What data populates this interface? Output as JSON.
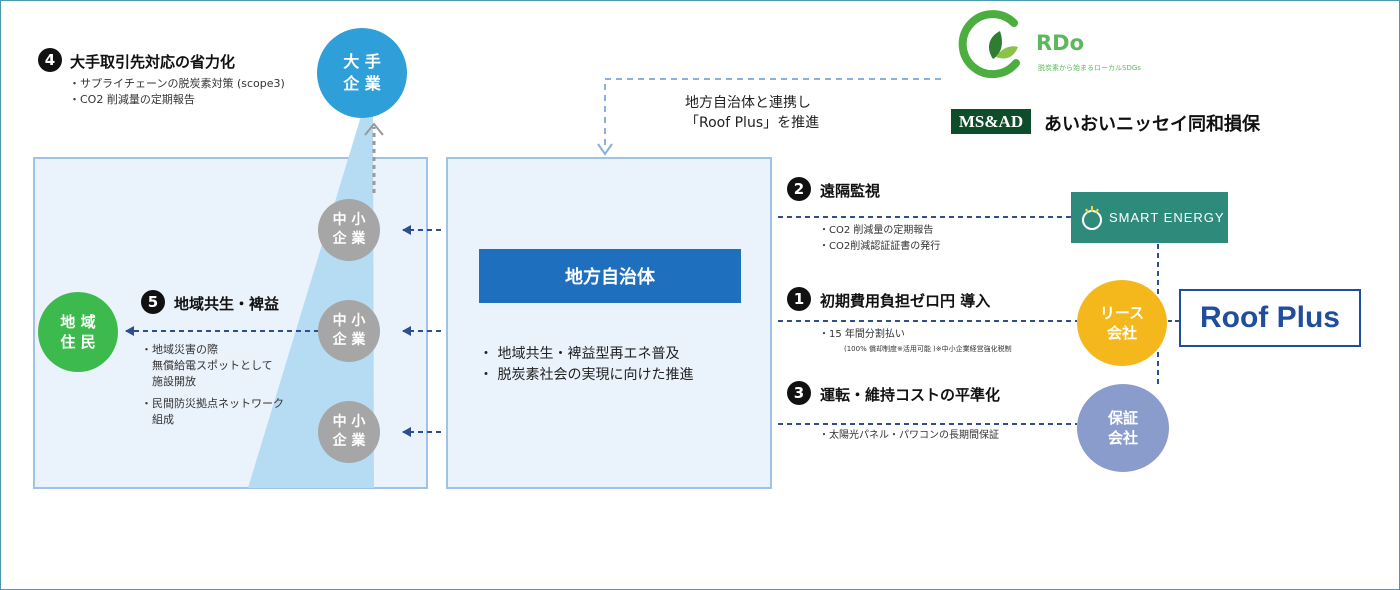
{
  "colors": {
    "large_enterprise": "#2f9fda",
    "sme": "#a6a6a6",
    "resident": "#3dba4e",
    "lease": "#f5b81c",
    "guarantee": "#8a9ccb",
    "government_bar": "#1f6fbf",
    "panel_bg": "#eaf2fb",
    "panel_border": "#9ec3e6",
    "dash": "#2d4f8e",
    "smart_energy_bg": "#2e8b7c",
    "msad_bg": "#0f4d2a",
    "roofplus_text": "#1f4e9c"
  },
  "large_enterprise": {
    "line1": "大 手",
    "line2": "企 業"
  },
  "sme": [
    {
      "line1": "中 小",
      "line2": "企 業"
    },
    {
      "line1": "中 小",
      "line2": "企 業"
    },
    {
      "line1": "中 小",
      "line2": "企 業"
    }
  ],
  "resident": {
    "line1": "地 域",
    "line2": "住 民"
  },
  "item4": {
    "number": "4",
    "title": "大手取引先対応の省力化",
    "bullets": [
      "・サプライチェーンの脱炭素対策 (scope3)",
      "・CO2 削減量の定期報告"
    ]
  },
  "item5": {
    "number": "5",
    "title": "地域共生・裨益",
    "bullets": [
      "・地域災害の際",
      "　無償給電スポットとして",
      "　施設開放",
      "・民間防災拠点ネットワーク",
      "　組成"
    ]
  },
  "government": {
    "title": "地方自治体",
    "bullets": [
      "・ 地域共生・裨益型再エネ普及",
      "・ 脱炭素社会の実現に向けた推進"
    ]
  },
  "partnership": {
    "line1": "地方自治体と連携し",
    "line2": "「Roof Plus」を推進"
  },
  "rdo": {
    "name": "RDo",
    "tagline": "脱炭素から始まるローカルSDGs"
  },
  "msad": {
    "logo": "MS&AD",
    "company": "あいおいニッセイ同和損保"
  },
  "item2": {
    "number": "2",
    "title": "遠隔監視",
    "bullets": [
      "・CO2 削減量の定期報告",
      "・CO2削減認証証書の発行"
    ]
  },
  "smart_energy": {
    "label": "SMART ENERGY"
  },
  "item1": {
    "number": "1",
    "title": "初期費用負担ゼロ円 導入",
    "bullet": "・15 年間分割払い",
    "note": "(100% 償却制度※活用可能 )※中小企業経営強化税制"
  },
  "lease": {
    "line1": "リース",
    "line2": "会社"
  },
  "roofplus": {
    "part1": "Roof P",
    "part2": "lus"
  },
  "item3": {
    "number": "3",
    "title": "運転・維持コストの平準化",
    "bullet": "・太陽光パネル・パワコンの長期間保証"
  },
  "guarantee": {
    "line1": "保証",
    "line2": "会社"
  }
}
